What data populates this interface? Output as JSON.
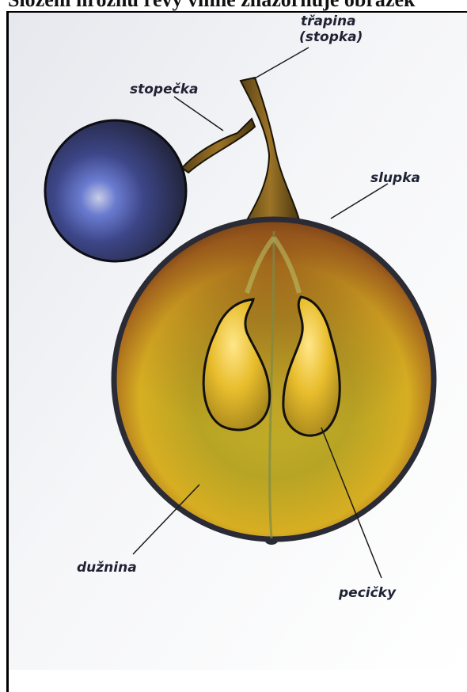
{
  "header": {
    "text": "Složení hroznu révy vinné znázorňuje obrázek"
  },
  "labels": {
    "trapina_line1": "třapina",
    "trapina_line2": "(stopka)",
    "stopecka": "stopečka",
    "slupka": "slupka",
    "duznina": "dužnina",
    "pecicky": "pecičky"
  },
  "colors": {
    "berry_dark": "#2a2d45",
    "berry_blue": "#4a5bb0",
    "flesh_yellow": "#d9b82a",
    "flesh_rust": "#9a5a1c",
    "seed": "#e9c23a",
    "skin": "#2e2e3a",
    "stem": "#7a5a1c"
  }
}
